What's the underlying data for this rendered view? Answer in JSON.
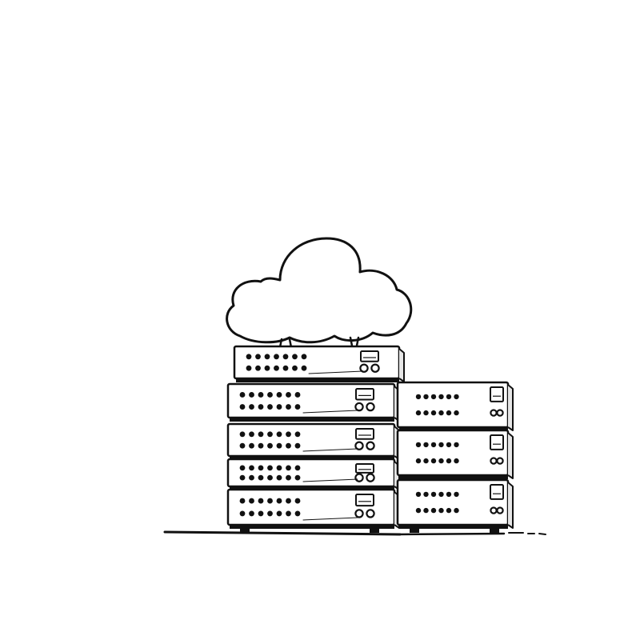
{
  "illustration": {
    "subject": "cloud-over-server-stacks",
    "style": "ink-sketch",
    "colors": {
      "ink": "#111111",
      "paper": "#ffffff",
      "shade": "#e6e6e6"
    },
    "left_stack_units": 5,
    "right_stack_units": 3
  }
}
